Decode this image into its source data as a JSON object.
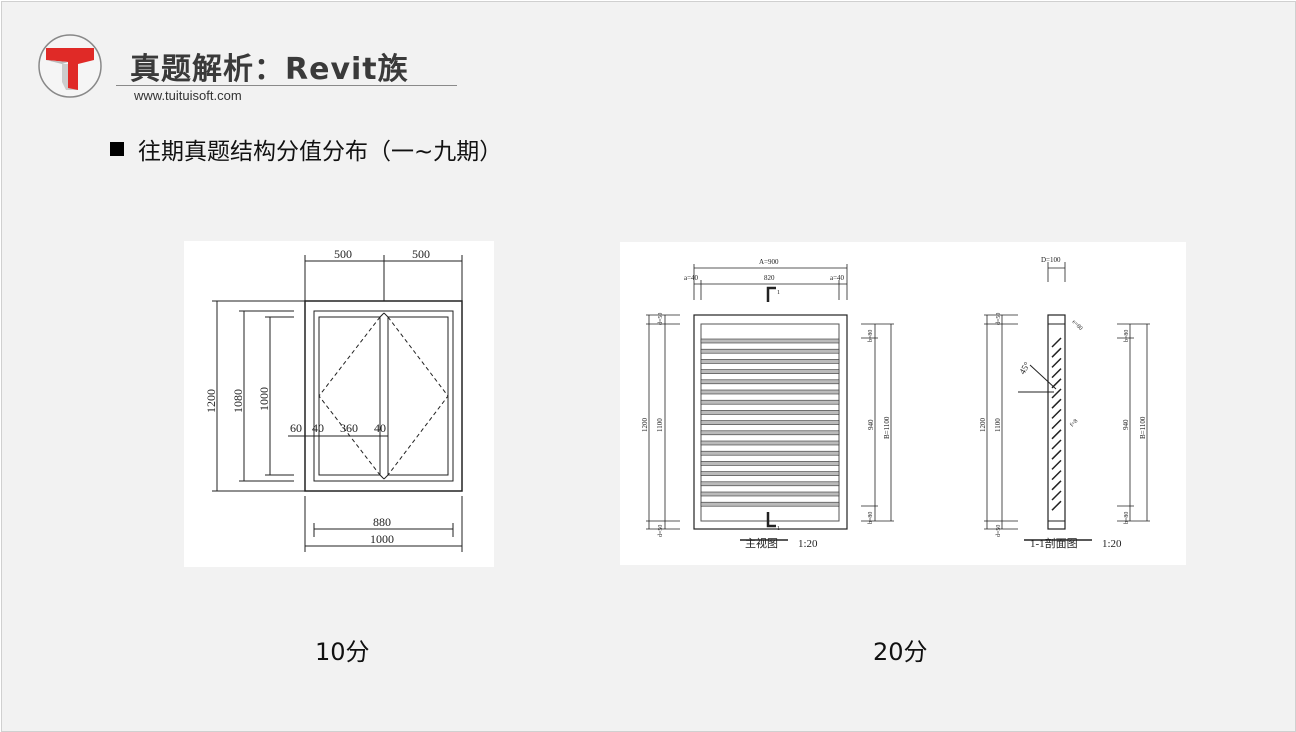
{
  "header": {
    "title": "真题解析：Revit族",
    "url": "www.tuituisoft.com"
  },
  "bullet": {
    "text": "往期真题结构分值分布（一~九期）"
  },
  "figures": [
    {
      "score": "10分",
      "labels": {
        "w1": "500",
        "w2": "500",
        "h1": "1200",
        "h2": "1080",
        "h3": "1000",
        "s1": "60",
        "s2": "40",
        "s3": "360",
        "s4": "40",
        "b1": "880",
        "b2": "1000"
      }
    },
    {
      "score": "20分",
      "labels": {
        "A": "A=900",
        "a1": "a=40",
        "mid": "820",
        "a2": "a=40",
        "sec_top": "1",
        "sec_bot": "1",
        "h1200": "1200",
        "h1100": "1100",
        "d1": "d=50",
        "d2": "d=50",
        "b1": "b=80",
        "b2": "b=80",
        "h940": "940",
        "B": "B=1100",
        "D": "D=100",
        "angle": "45°",
        "e": "e=80",
        "f": "f=8",
        "caption1": "主视图",
        "scale1": "1:20",
        "caption2": "1-1剖面图",
        "scale2": "1:20"
      }
    }
  ],
  "colors": {
    "logo_red": "#e02a27",
    "bg": "#f2f2f2"
  }
}
